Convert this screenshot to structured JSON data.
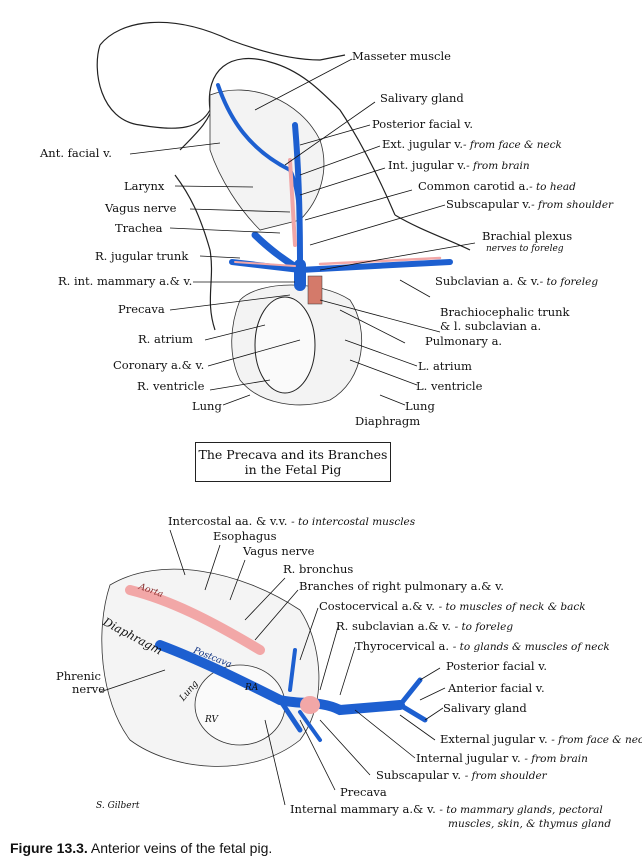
{
  "figure": {
    "caption_number": "Figure 13.3.",
    "caption_text": " Anterior veins of the fetal pig.",
    "colors": {
      "vein": "#1d5fd0",
      "artery": "#f2a7a7",
      "ink": "#111111"
    }
  },
  "top_diagram": {
    "title_line1": "The Precava and its Branches",
    "title_line2": "in the Fetal Pig",
    "labels": {
      "masseter": "Masseter muscle",
      "salivary": "Salivary gland",
      "post_facial": "Posterior facial v.",
      "ext_jugular": "Ext. jugular v.",
      "ext_jugular_note": "- from face & neck",
      "int_jugular": "Int. jugular v.",
      "int_jugular_note": "- from brain",
      "ant_facial": "Ant. facial v.",
      "common_carotid": "Common carotid a.",
      "common_carotid_note": "- to head",
      "larynx": "Larynx",
      "vagus": "Vagus nerve",
      "subscapular": "Subscapular v.",
      "subscapular_note": "- from shoulder",
      "trachea": "Trachea",
      "brachial": "Brachial plexus",
      "brachial_note": "nerves to foreleg",
      "r_jugular_trunk": "R. jugular trunk",
      "r_int_mammary": "R. int. mammary a.& v.",
      "subclavian": "Subclavian a. & v.",
      "subclavian_note": "- to foreleg",
      "precava": "Precava",
      "brachiocephalic": "Brachiocephalic trunk",
      "brachiocephalic2": "& l. subclavian a.",
      "r_atrium": "R. atrium",
      "pulmonary": "Pulmonary a.",
      "coronary": "Coronary a.& v.",
      "l_atrium": "L. atrium",
      "r_ventricle": "R. ventricle",
      "l_ventricle": "L. ventricle",
      "lung_left": "Lung",
      "lung_right": "Lung",
      "diaphragm": "Diaphragm"
    }
  },
  "bottom_diagram": {
    "labels": {
      "intercostal": "Intercostal aa. & v.v.",
      "intercostal_note": "- to intercostal muscles",
      "esophagus": "Esophagus",
      "vagus": "Vagus nerve",
      "r_bronchus": "R. bronchus",
      "branches_pulm": "Branches of right pulmonary a.& v.",
      "costocervical": "Costocervical a.& v.",
      "costocervical_note": "- to muscles of neck & back",
      "r_subclavian": "R. subclavian a.& v.",
      "r_subclavian_note": "- to foreleg",
      "thyrocervical": "Thyrocervical a.",
      "thyrocervical_note": "- to glands & muscles of neck",
      "diaphragm": "Diaphragm",
      "post_facial": "Posterior facial v.",
      "phrenic1": "Phrenic",
      "phrenic2": "nerve",
      "ant_facial": "Anterior facial v.",
      "salivary": "Salivary gland",
      "ext_jugular": "External jugular v.",
      "ext_jugular_note": "- from face & neck",
      "int_jugular": "Internal jugular v.",
      "int_jugular_note": "- from brain",
      "subscapular": "Subscapular v.",
      "subscapular_note": "- from shoulder",
      "precava": "Precava",
      "int_mammary": "Internal mammary a.& v.",
      "int_mammary_note": "- to mammary glands, pectoral",
      "int_mammary_note2": "muscles, skin, & thymus gland",
      "aorta": "Aorta",
      "postcava": "Postcava",
      "lung": "Lung",
      "ra": "RA",
      "rv": "RV",
      "signature": "S. Gilbert"
    }
  }
}
